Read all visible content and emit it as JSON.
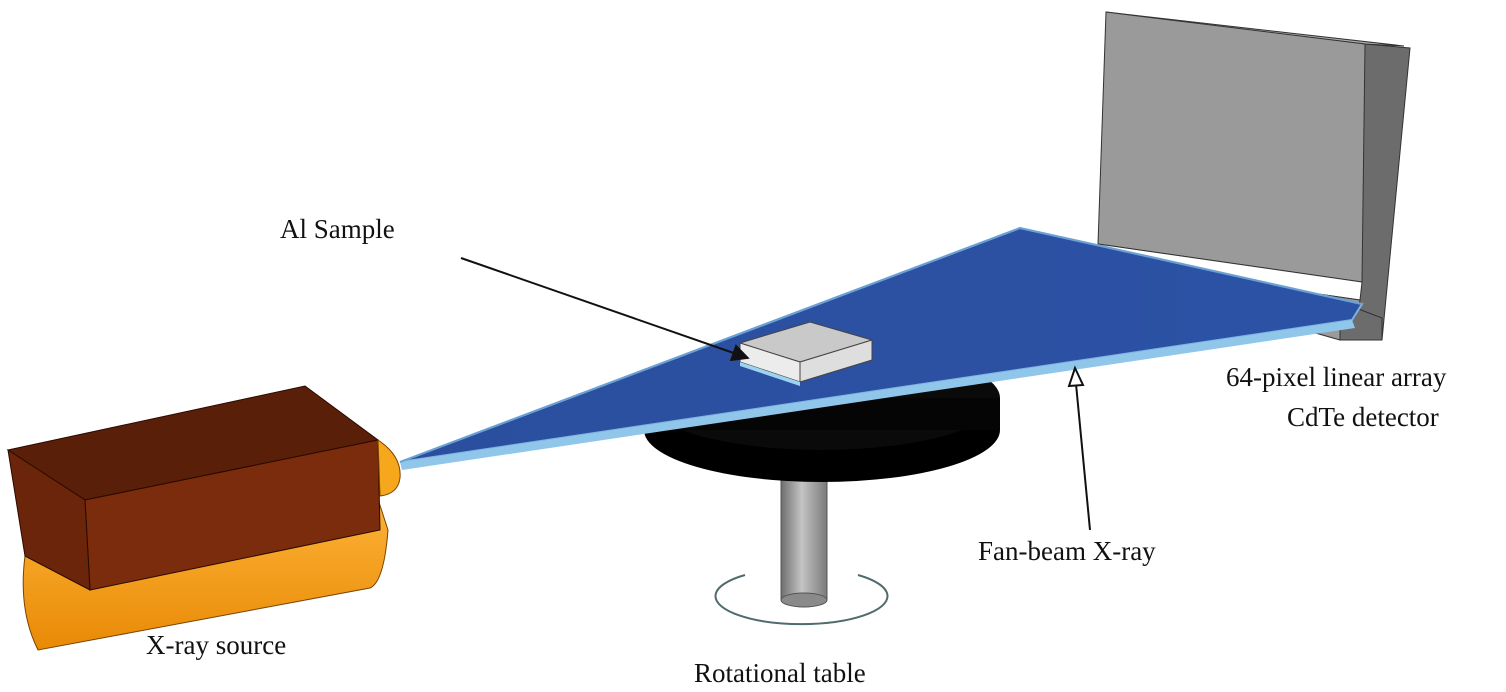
{
  "labels": {
    "sample": "Al Sample",
    "detector_line1": "64-pixel linear  array",
    "detector_line2": "CdTe detector",
    "fan_beam": "Fan-beam X-ray",
    "source": "X-ray source",
    "table": "Rotational table"
  },
  "colors": {
    "source_dark": "#5a1f08",
    "source_front": "#7a2c0c",
    "source_orange": "#f5a31a",
    "beam_fill": "#2f54a3",
    "beam_edge": "#9ad0ef",
    "detector_face": "#9a9a9a",
    "detector_side": "#6f6f6f",
    "table_disc": "#050505",
    "pillar": "#9c9c9c",
    "sample": "#d6d6d6"
  }
}
